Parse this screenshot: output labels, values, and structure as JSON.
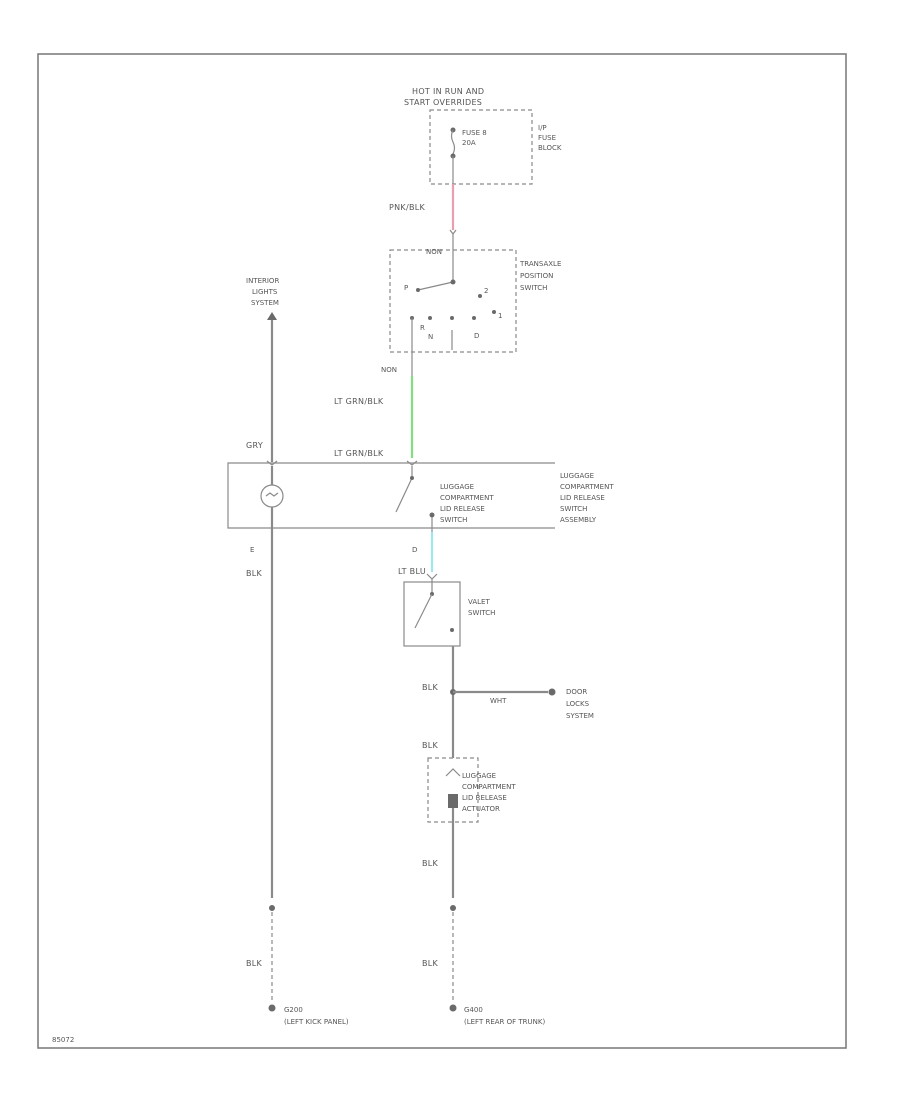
{
  "fuse": {
    "source_line1": "HOT IN RUN AND",
    "source_line2": "START OVERRIDES",
    "fuse_name_line1": "FUSE 8",
    "fuse_name_line2": "20A",
    "block_line1": "I/P",
    "block_line2": "FUSE",
    "block_line3": "BLOCK"
  },
  "wires": {
    "pnk_blk": "PNK/BLK",
    "lt_grn_blk_1": "LT GRN/BLK",
    "lt_grn_blk_2": "LT GRN/BLK",
    "gry": "GRY",
    "blk_left": "BLK",
    "lt_blu": "LT BLU",
    "blk_1": "BLK",
    "blk_2": "BLK",
    "blk_3": "BLK",
    "blk_4": "BLK",
    "blk_5": "BLK",
    "wht": "WHT"
  },
  "transaxle": {
    "top_pin": "NON",
    "bottom_pin": "NON",
    "label_line1": "TRANSAXLE",
    "label_line2": "POSITION",
    "label_line3": "SWITCH",
    "pos_p": "P",
    "pos_r": "R",
    "pos_n": "N",
    "pos_d": "D",
    "pos_2": "2",
    "pos_1": "1"
  },
  "interior": {
    "line1": "INTERIOR",
    "line2": "LIGHTS",
    "line3": "SYSTEM"
  },
  "switch_assembly": {
    "switch_line1": "LUGGAGE",
    "switch_line2": "COMPARTMENT",
    "switch_line3": "LID RELEASE",
    "switch_line4": "SWITCH",
    "asm_line1": "LUGGAGE",
    "asm_line2": "COMPARTMENT",
    "asm_line3": "LID RELEASE",
    "asm_line4": "SWITCH",
    "asm_line5": "ASSEMBLY",
    "pin_e": "E",
    "pin_d": "D"
  },
  "valet": {
    "line1": "VALET",
    "line2": "SWITCH"
  },
  "door_locks": {
    "line1": "DOOR",
    "line2": "LOCKS",
    "line3": "SYSTEM"
  },
  "actuator": {
    "line1": "LUGGAGE",
    "line2": "COMPARTMENT",
    "line3": "LID RELEASE",
    "line4": "ACTUATOR"
  },
  "grounds": {
    "left_id": "G200",
    "left_loc": "(LEFT KICK PANEL)",
    "right_id": "G400",
    "right_loc": "(LEFT REAR OF TRUNK)"
  },
  "figure_id": "85072",
  "colors": {
    "wire": "#8a8a8a",
    "pnk_blk": "#e8a0b0",
    "lt_grn_blk": "#7ee07e",
    "lt_blu": "#9fe8ef",
    "text": "#555555"
  }
}
